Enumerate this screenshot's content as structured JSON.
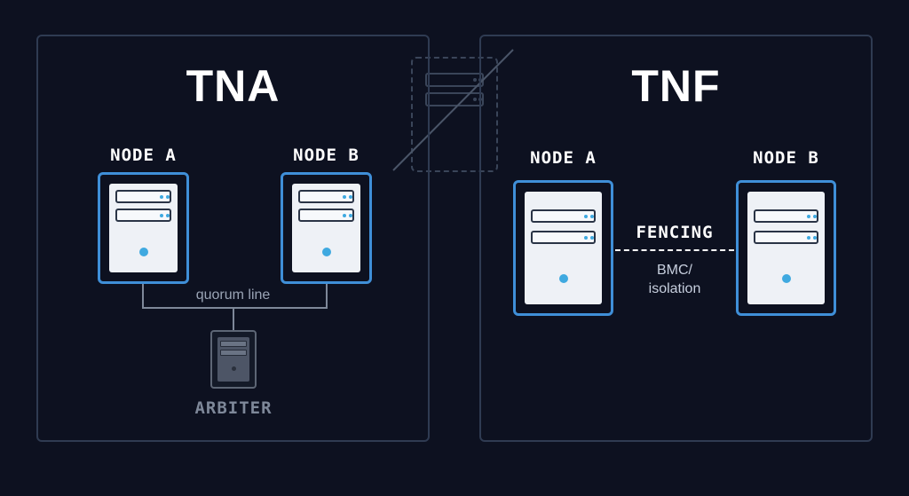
{
  "tna": {
    "title": "TNA",
    "node_a_label": "NODE A",
    "node_b_label": "NODE B",
    "quorum_label": "quorum line",
    "arbiter_label": "ARBITER"
  },
  "tnf": {
    "title": "TNF",
    "node_a_label": "NODE A",
    "node_b_label": "NODE B",
    "fencing_label": "FENCING",
    "bmc_label": "BMC/",
    "isolation_label": "isolation"
  },
  "colors": {
    "background": "#0d1120",
    "panel_border": "#2f3b52",
    "server_border": "#3f8fd8",
    "led": "#3fa9e0",
    "arbiter_muted": "#5d6675"
  },
  "icons": [
    "server-icon",
    "arbiter-server-icon",
    "ghost-server-icon"
  ]
}
